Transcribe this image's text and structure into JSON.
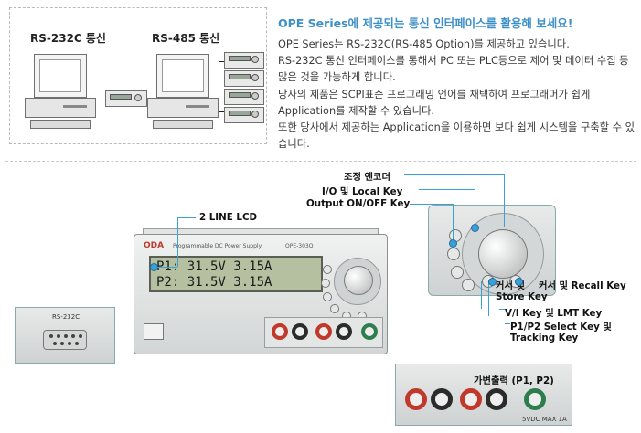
{
  "comm": {
    "rs232_label": "RS-232C 통신",
    "rs485_label": "RS-485 통신"
  },
  "intro": {
    "title": "OPE Series에 제공되는 통신 인터페이스를 활용해 보세요!",
    "paragraphs": [
      "OPE Series는 RS-232C(RS-485 Option)를 제공하고 있습니다.",
      "RS-232C 통신 인터페이스를 통해서 PC 또는 PLC등으로 제어 및 데이터 수집 등 많은 것을 가능하게 합니다.",
      "당사의 제품은 SCPI표준 프로그래밍 언어를 채택하여 프로그래머가 쉽게 Application를 제작할 수 있습니다.",
      "또한 당사에서 제공하는 Application을 이용하면 보다 쉽게 시스템을 구축할 수 있습니다."
    ]
  },
  "product": {
    "brand": "ODA",
    "model_line": "Programmable DC Power Supply",
    "model_code": "OPE-303Q",
    "lcd_line1": "P1: 31.5V 3.15A",
    "lcd_line2": "P2: 31.5V 3.15A",
    "rs232_port_label": "RS-232C",
    "terminal_label": "가변출력 (P1, P2)",
    "output_label": "5VDC MAX 1A"
  },
  "callouts": {
    "encoder": "조정 엔코더",
    "io_local": "I/O 및 Local Key",
    "output_onoff": "Output ON/OFF Key",
    "lcd": "2 LINE LCD",
    "cursor": "커서 및",
    "cursor_recall": "커서 및 Recall Key",
    "store": "Store Key",
    "vi_lmt": "V/I Key 및 LMT Key",
    "p1p2_1": "P1/P2 Select Key 및",
    "p1p2_2": "Tracking Key"
  },
  "colors": {
    "title": "#3d8fc8",
    "leader": "#3aa0d8",
    "terminal_red": "#c0392b",
    "terminal_black": "#2b2b2b",
    "terminal_green": "#2e7d4f"
  }
}
